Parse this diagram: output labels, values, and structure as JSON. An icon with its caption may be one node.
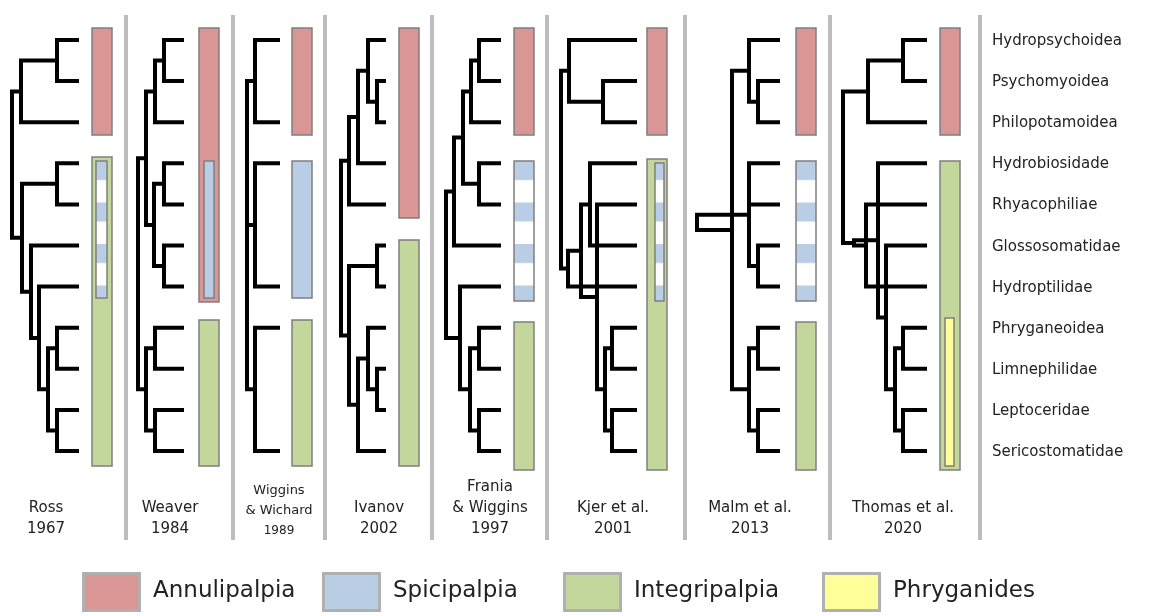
{
  "diagram": {
    "labels": [
      "Hydropsychoidea",
      "Psychomyoidea",
      "Philopotamoidea",
      "Hydrobiosidade",
      "Rhyacophiliae",
      "Glossosomatidae",
      "Hydroptilidae",
      "Phryganeoidea",
      "Limnephilidae",
      "Leptoceridae",
      "Sericostomatidae",
      "Ross 1967",
      "Weaver 1984",
      "Wiggins & Wichard 1989",
      "Ivanov 2002",
      "Frania & Wiggins 1997",
      "Kjer et al. 2001",
      "Malm et al. 2013",
      "Thomas et al. 2020"
    ],
    "legend": [
      {
        "text": "Annulipalpia",
        "color": "#d99694"
      },
      {
        "text": "Spicipalpia",
        "color": "#b9cde5"
      },
      {
        "text": "Integripalpia",
        "color": "#c3d69b"
      },
      {
        "text": "Phryganides",
        "color": "#ffff99"
      }
    ]
  }
}
